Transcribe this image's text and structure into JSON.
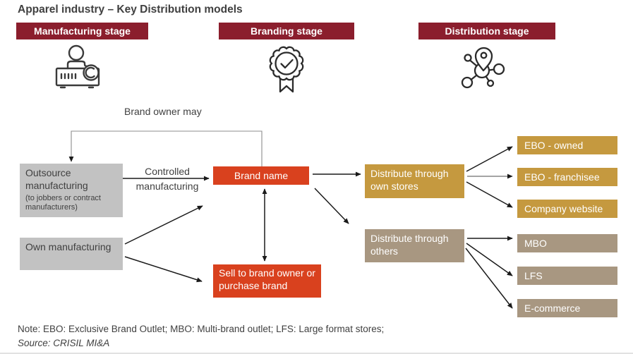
{
  "title": "Apparel industry – Key Distribution models",
  "colors": {
    "maroon": "#8B1E2D",
    "red": "#D9411E",
    "gold": "#C5993F",
    "tan": "#A89781",
    "graybox": "#C2C2C2",
    "text": "#404040",
    "arrow": "#1A1A1A",
    "feedback-line": "#8C8C8C"
  },
  "stages": [
    {
      "label": "Manufacturing stage",
      "icon": "sewing-machine-icon"
    },
    {
      "label": "Branding stage",
      "icon": "award-badge-icon"
    },
    {
      "label": "Distribution stage",
      "icon": "network-pin-icon"
    }
  ],
  "annotations": {
    "brand_owner_may": "Brand owner may",
    "controlled_line1": "Controlled",
    "controlled_line2": "manufacturing"
  },
  "nodes": {
    "outsource": {
      "title": "Outsource manufacturing",
      "subtitle": "(to jobbers or contract manufacturers)"
    },
    "own": {
      "title": "Own manufacturing"
    },
    "brand_name": {
      "title": "Brand name"
    },
    "sell": {
      "title": "Sell to brand owner or purchase brand"
    },
    "dist_own": {
      "title": "Distribute through own stores"
    },
    "dist_others": {
      "title": "Distribute through others"
    },
    "ebo_owned": {
      "title": "EBO - owned"
    },
    "ebo_franchisee": {
      "title": "EBO - franchisee"
    },
    "company_website": {
      "title": "Company website"
    },
    "mbo": {
      "title": "MBO"
    },
    "lfs": {
      "title": "LFS"
    },
    "ecommerce": {
      "title": "E-commerce"
    }
  },
  "footer": {
    "note": "Note: EBO: Exclusive Brand Outlet; MBO: Multi-brand outlet; LFS: Large format stores;",
    "source": "Source: CRISIL MI&A"
  }
}
